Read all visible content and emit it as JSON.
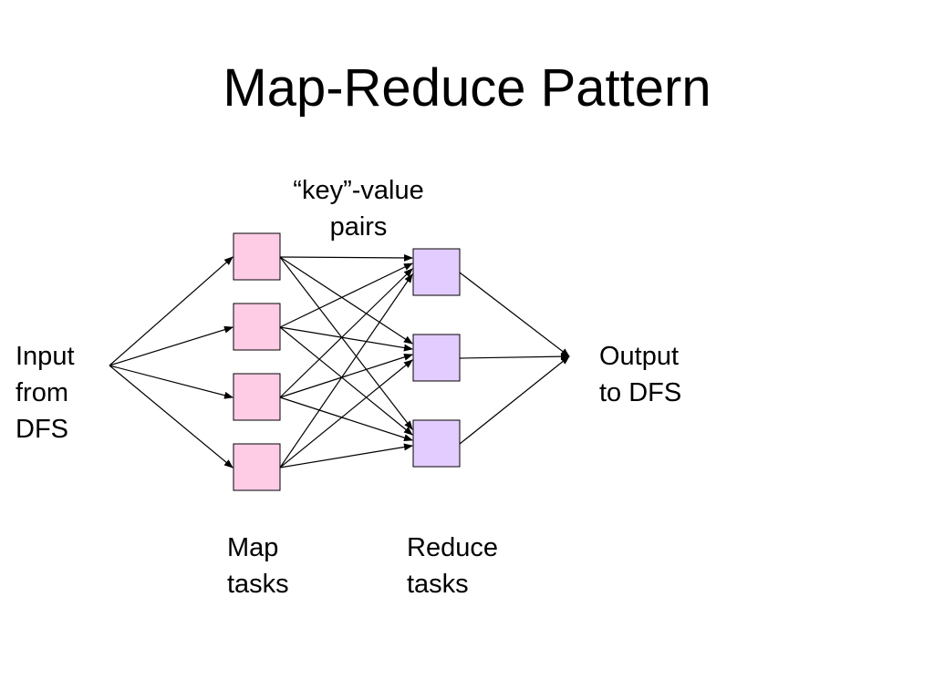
{
  "title": "Map-Reduce Pattern",
  "labels": {
    "input": [
      "Input",
      "from",
      "DFS"
    ],
    "output": [
      "Output",
      "to DFS"
    ],
    "key_value": [
      "“key”-value",
      "pairs"
    ],
    "map_tasks": [
      "Map",
      "tasks"
    ],
    "reduce_tasks": [
      "Reduce",
      "tasks"
    ]
  },
  "colors": {
    "map_fill": "#ffcce6",
    "reduce_fill": "#e3ccff",
    "stroke": "#000000"
  },
  "counts": {
    "map_tasks": 4,
    "reduce_tasks": 3
  }
}
